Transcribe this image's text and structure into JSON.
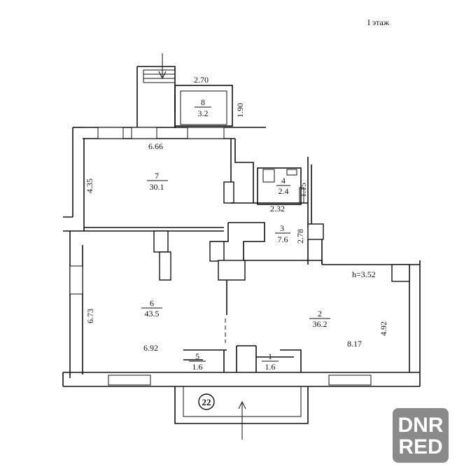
{
  "title": "I этаж",
  "entrance_marker": "22",
  "rooms": [
    {
      "number": "1",
      "area": "1.6"
    },
    {
      "number": "2",
      "area": "36.2"
    },
    {
      "number": "3",
      "area": "7.6"
    },
    {
      "number": "4",
      "area": "2.4"
    },
    {
      "number": "5",
      "area": "1.6"
    },
    {
      "number": "6",
      "area": "43.5"
    },
    {
      "number": "7",
      "area": "30.1"
    },
    {
      "number": "8",
      "area": "3.2"
    }
  ],
  "dimensions": {
    "d_2_70": "2.70",
    "d_1_90": "1.90",
    "d_6_66": "6.66",
    "d_4_35": "4.35",
    "d_1_15": "1.15",
    "d_2_32": "2.32",
    "d_2_78": "2.78",
    "d_h": "h=3.52",
    "d_6_73": "6.73",
    "d_6_92": "6.92",
    "d_8_17": "8.17",
    "d_4_92": "4.92"
  },
  "watermark": {
    "line1": "DNR",
    "line2": "RED",
    "bg_color": "#8a8a8a"
  }
}
